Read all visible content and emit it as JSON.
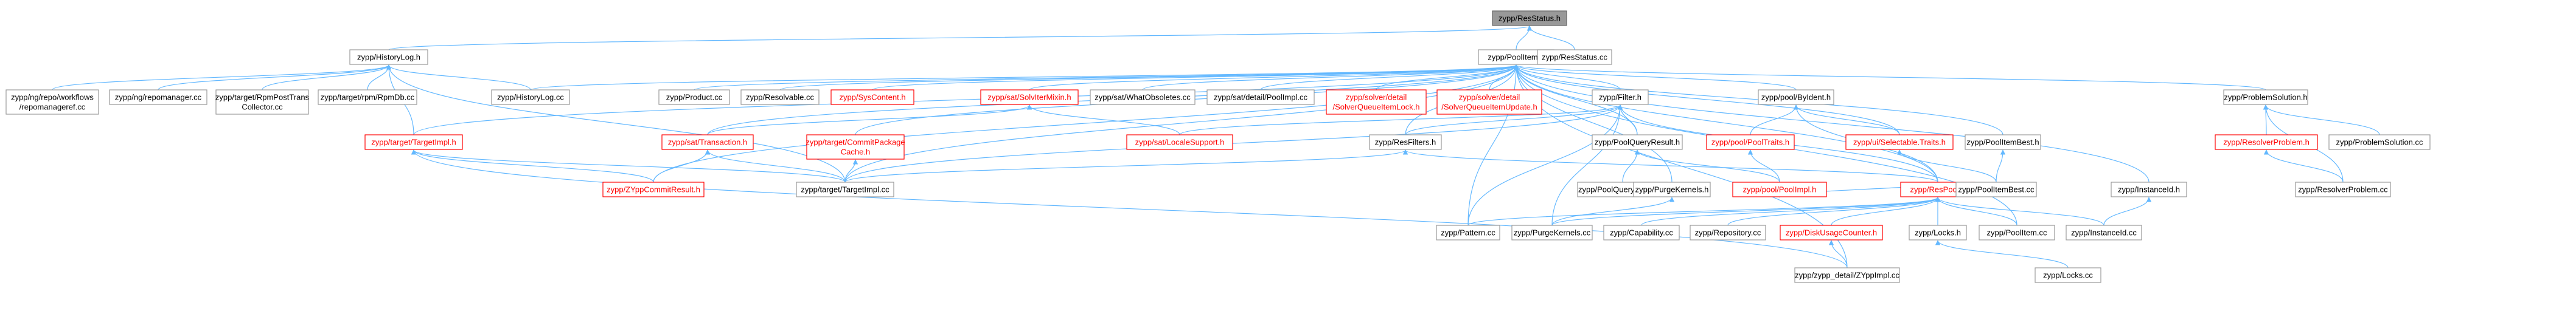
{
  "diagram": {
    "root": "zypp/ResStatus.h",
    "colors": {
      "edge": "#63b8ff",
      "root_fill": "#999999",
      "missing_stroke": "#ff0000",
      "node_stroke": "#999999"
    },
    "nodes": [
      {
        "id": "n0",
        "lines": [
          "zypp/ResStatus.h"
        ],
        "root": true
      },
      {
        "id": "n1",
        "lines": [
          "zypp/HistoryLog.h"
        ]
      },
      {
        "id": "n2",
        "lines": [
          "zypp/PoolItem.h"
        ]
      },
      {
        "id": "n3",
        "lines": [
          "zypp/ResStatus.cc"
        ]
      },
      {
        "id": "n4",
        "lines": [
          "zypp/ng/repo/workflows",
          "/repomanageref.cc"
        ]
      },
      {
        "id": "n5",
        "lines": [
          "zypp/ng/repomanager.cc"
        ]
      },
      {
        "id": "n6",
        "lines": [
          "zypp/target/RpmPostTrans",
          "Collector.cc"
        ]
      },
      {
        "id": "n7",
        "lines": [
          "zypp/target/rpm/RpmDb.cc"
        ]
      },
      {
        "id": "n8",
        "lines": [
          "zypp/HistoryLog.cc"
        ]
      },
      {
        "id": "n9",
        "lines": [
          "zypp/Product.cc"
        ]
      },
      {
        "id": "n10",
        "lines": [
          "zypp/Resolvable.cc"
        ]
      },
      {
        "id": "n11",
        "lines": [
          "zypp/SysContent.h"
        ],
        "red": true
      },
      {
        "id": "n12",
        "lines": [
          "zypp/sat/SolvIterMixin.h"
        ],
        "red": true
      },
      {
        "id": "n13",
        "lines": [
          "zypp/sat/WhatObsoletes.cc"
        ]
      },
      {
        "id": "n14",
        "lines": [
          "zypp/sat/detail/PoolImpl.cc"
        ]
      },
      {
        "id": "n15",
        "lines": [
          "zypp/solver/detail",
          "/SolverQueueItemLock.h"
        ],
        "red": true
      },
      {
        "id": "n16",
        "lines": [
          "zypp/solver/detail",
          "/SolverQueueItemUpdate.h"
        ],
        "red": true
      },
      {
        "id": "n17",
        "lines": [
          "zypp/Filter.h"
        ]
      },
      {
        "id": "n18",
        "lines": [
          "zypp/pool/ByIdent.h"
        ]
      },
      {
        "id": "n19",
        "lines": [
          "zypp/ProblemSolution.h"
        ]
      },
      {
        "id": "n20",
        "lines": [
          "zypp/target/TargetImpl.h"
        ],
        "red": true
      },
      {
        "id": "n21",
        "lines": [
          "zypp/sat/Transaction.h"
        ],
        "red": true
      },
      {
        "id": "n22",
        "lines": [
          "zypp/target/CommitPackage",
          "Cache.h"
        ],
        "red": true
      },
      {
        "id": "n23",
        "lines": [
          "zypp/sat/LocaleSupport.h"
        ],
        "red": true
      },
      {
        "id": "n24",
        "lines": [
          "zypp/ResFilters.h"
        ]
      },
      {
        "id": "n25",
        "lines": [
          "zypp/PoolQueryResult.h"
        ]
      },
      {
        "id": "n26",
        "lines": [
          "zypp/pool/PoolTraits.h"
        ],
        "red": true
      },
      {
        "id": "n27",
        "lines": [
          "zypp/ui/Selectable.Traits.h"
        ],
        "red": true
      },
      {
        "id": "n28",
        "lines": [
          "zypp/PoolItemBest.h"
        ]
      },
      {
        "id": "n29",
        "lines": [
          "zypp/ResolverProblem.h"
        ],
        "red": true
      },
      {
        "id": "n30",
        "lines": [
          "zypp/ProblemSolution.cc"
        ]
      },
      {
        "id": "n31",
        "lines": [
          "zypp/ZYppCommitResult.h"
        ],
        "red": true
      },
      {
        "id": "n32",
        "lines": [
          "zypp/target/TargetImpl.cc"
        ]
      },
      {
        "id": "n33",
        "lines": [
          "zypp/PoolQueryResult.cc"
        ]
      },
      {
        "id": "n34",
        "lines": [
          "zypp/PurgeKernels.h"
        ]
      },
      {
        "id": "n35",
        "lines": [
          "zypp/pool/PoolImpl.h"
        ],
        "red": true
      },
      {
        "id": "n36",
        "lines": [
          "zypp/ResPool.h"
        ],
        "red": true
      },
      {
        "id": "n37",
        "lines": [
          "zypp/PoolItemBest.cc"
        ]
      },
      {
        "id": "n38",
        "lines": [
          "zypp/InstanceId.h"
        ]
      },
      {
        "id": "n39",
        "lines": [
          "zypp/ResolverProblem.cc"
        ]
      },
      {
        "id": "n40",
        "lines": [
          "zypp/Pattern.cc"
        ]
      },
      {
        "id": "n41",
        "lines": [
          "zypp/PurgeKernels.cc"
        ]
      },
      {
        "id": "n42",
        "lines": [
          "zypp/Capability.cc"
        ]
      },
      {
        "id": "n43",
        "lines": [
          "zypp/Repository.cc"
        ]
      },
      {
        "id": "n44",
        "lines": [
          "zypp/DiskUsageCounter.h"
        ],
        "red": true
      },
      {
        "id": "n45",
        "lines": [
          "zypp/Locks.h"
        ]
      },
      {
        "id": "n46",
        "lines": [
          "zypp/PoolItem.cc"
        ]
      },
      {
        "id": "n47",
        "lines": [
          "zypp/InstanceId.cc"
        ]
      },
      {
        "id": "n48",
        "lines": [
          "zypp/zypp_detail/ZYppImpl.cc"
        ]
      },
      {
        "id": "n49",
        "lines": [
          "zypp/Locks.cc"
        ]
      }
    ]
  }
}
